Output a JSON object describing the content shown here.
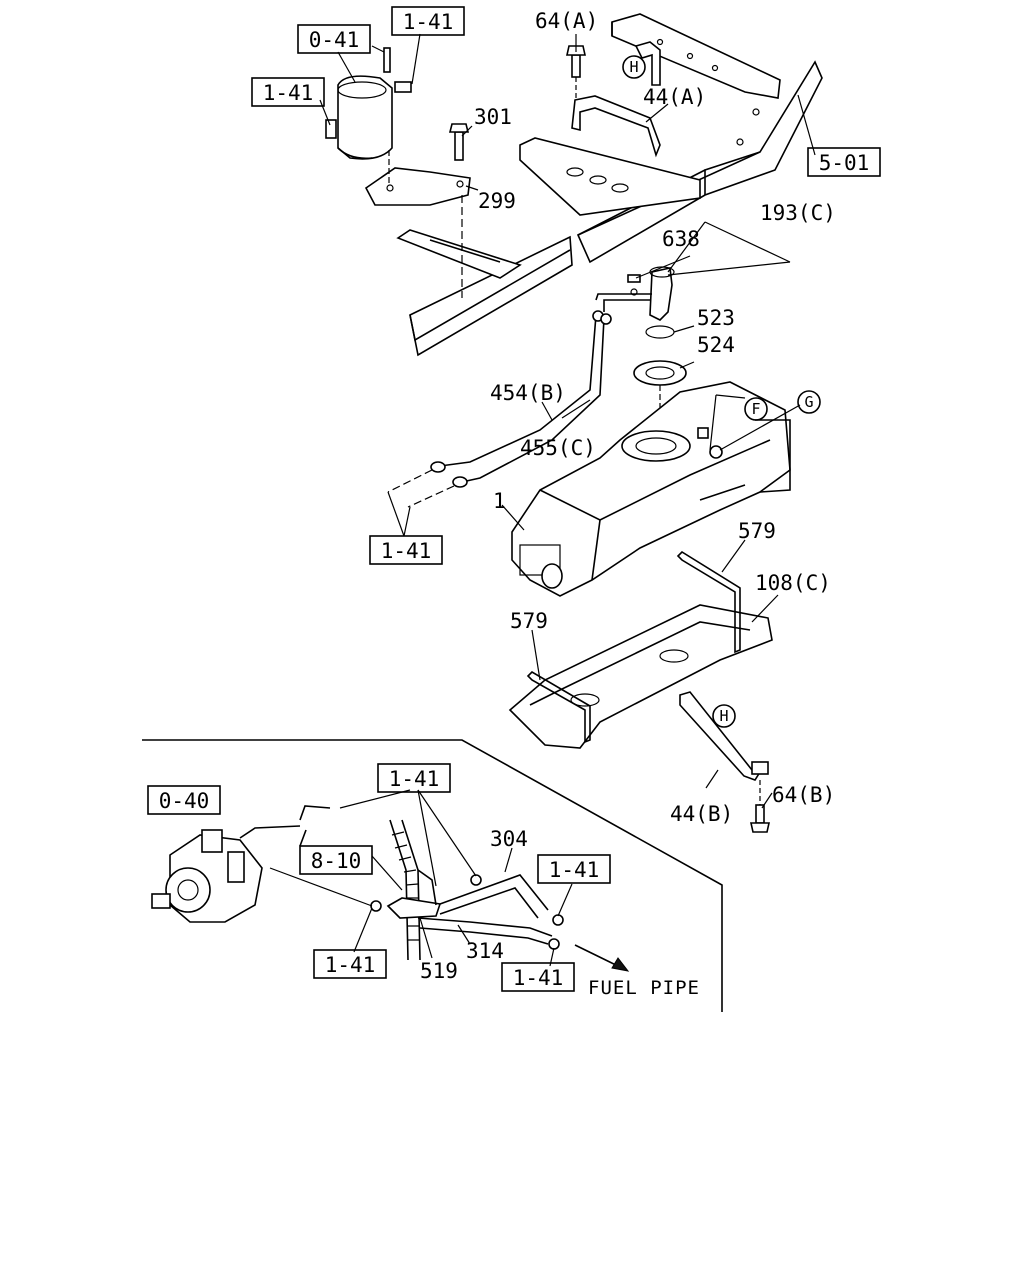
{
  "boxed_refs": {
    "b0_41": "0-41",
    "b1_41_top": "1-41",
    "b1_41_left": "1-41",
    "b5_01": "5-01",
    "b1_41_tank": "1-41",
    "b0_40": "0-40",
    "b1_41_mid": "1-41",
    "b8_10": "8-10",
    "b1_41_right": "1-41",
    "b1_41_bl": "1-41",
    "b1_41_br": "1-41"
  },
  "part_labels": {
    "p64a": "64(A)",
    "p44a": "44(A)",
    "p301": "301",
    "p299": "299",
    "p193c": "193(C)",
    "p638": "638",
    "p523": "523",
    "p524": "524",
    "p454b": "454(B)",
    "p455c": "455(C)",
    "p1": "1",
    "p579a": "579",
    "p108c": "108(C)",
    "p579b": "579",
    "p44b": "44(B)",
    "p64b": "64(B)",
    "p304": "304",
    "p314": "314",
    "p519": "519"
  },
  "circled_refs": {
    "h_top": "H",
    "f": "F",
    "g": "G",
    "h_bottom": "H"
  },
  "annotations": {
    "fuel_pipe": "FUEL PIPE"
  }
}
